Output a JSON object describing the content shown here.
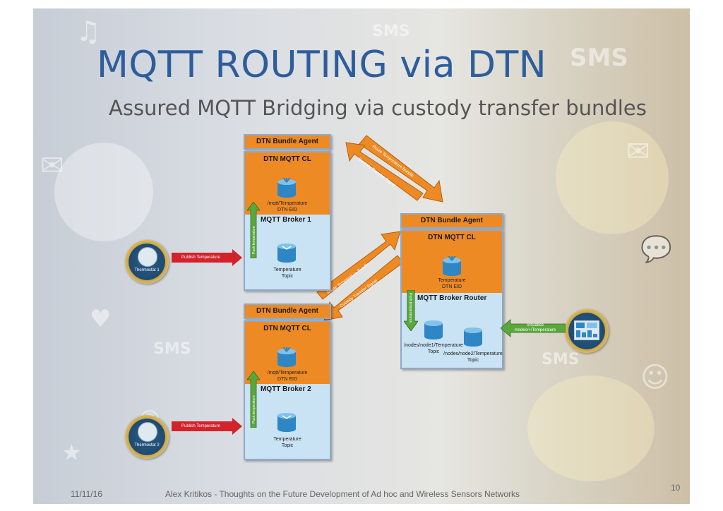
{
  "slide": {
    "title": "MQTT ROUTING via DTN",
    "subtitle": "Assured MQTT Bridging via custody transfer bundles",
    "page_number": "10",
    "footer_date": "11/11/16",
    "footer_text": "Alex Kritikos - Thoughts on the Future Development of Ad hoc and Wireless Sensors Networks"
  },
  "node1": {
    "agent": "DTN Bundle Agent",
    "cl": "DTN MQTT CL",
    "cl_eid": "/mqtt/Temperature\nDTN EID",
    "broker": "MQTT Broker 1",
    "topic": "Temperature\nTopic",
    "up_arrow": "Push temperature"
  },
  "node2": {
    "agent": "DTN Bundle Agent",
    "cl": "DTN MQTT CL",
    "cl_eid": "/mqtt/Temperature\nDTN EID",
    "broker": "MQTT Broker 2",
    "topic": "Temperature\nTopic",
    "up_arrow": "Push temperature"
  },
  "router": {
    "agent": "DTN Bundle Agent",
    "cl": "DTN MQTT CL",
    "cl_eid": "Temperature\nDTN EID",
    "broker": "MQTT Broker Router",
    "topic1": "/nodes/node1/Temperature\nTopic",
    "topic2": "/nodes/node2/Temperature\nTopic",
    "down_arrow": "Push temperatures"
  },
  "thermostat1": {
    "label": "Thermostat 1",
    "publish": "Publish Temperature"
  },
  "thermostat2": {
    "label": "Thermostat 2",
    "publish": "Publish Temperature"
  },
  "visualise": {
    "label": "Visualise\n/nodes/+/Temperature"
  },
  "links": {
    "top_forward": "Route Temperature Bundle",
    "top_return": "Custody Transfer Signal",
    "bottom_forward": "Route Temperature Bundle",
    "bottom_return": "Custody Transfer Signal"
  },
  "colors": {
    "orange": "#ee8a24",
    "broker_blue": "#c9e2f4",
    "arrow_red": "#d2232a",
    "arrow_green": "#5aa83c",
    "title_blue": "#2d5d9c"
  }
}
